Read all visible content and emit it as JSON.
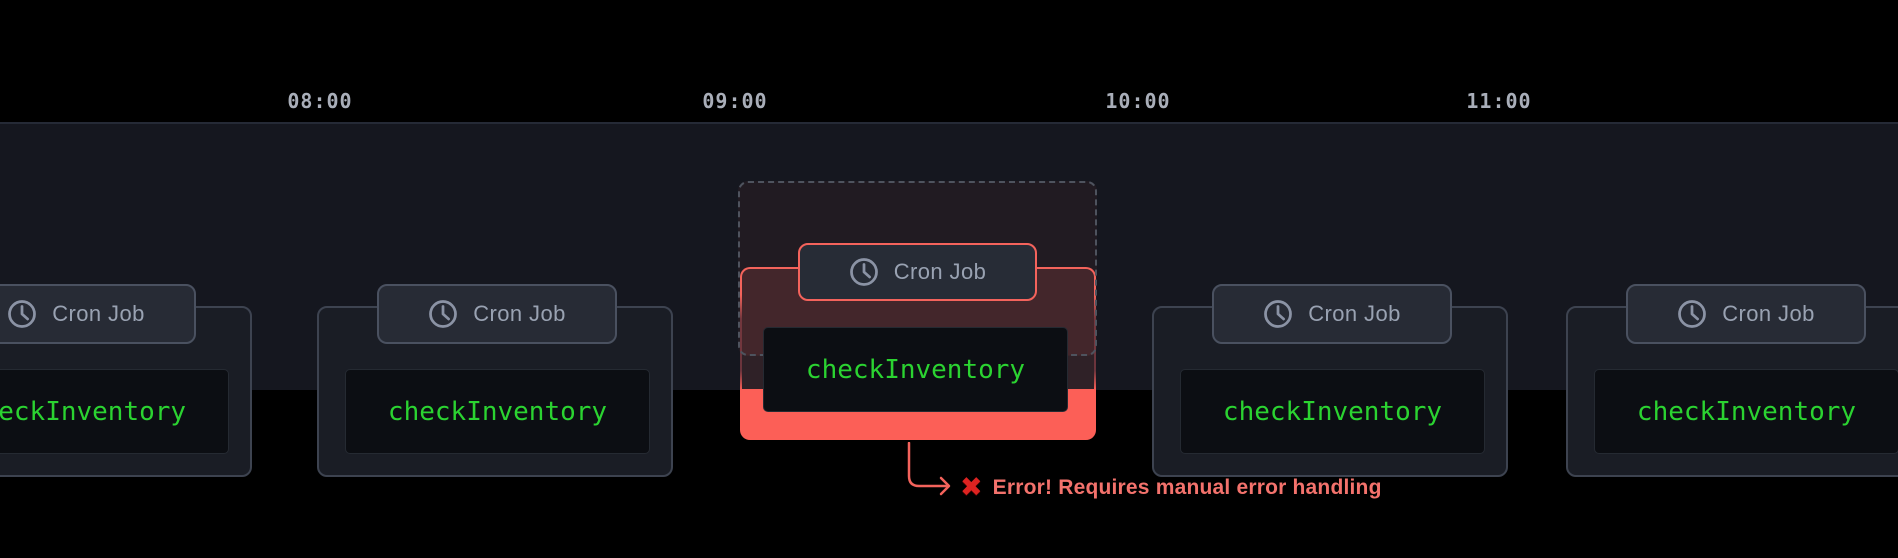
{
  "timeline": {
    "time_labels": [
      "08:00",
      "09:00",
      "10:00",
      "11:00"
    ]
  },
  "cards": [
    {
      "badge_label": "Cron Job",
      "code_label": "checkInventory",
      "status": "normal"
    },
    {
      "badge_label": "Cron Job",
      "code_label": "checkInventory",
      "status": "normal"
    },
    {
      "badge_label": "Cron Job",
      "code_label": "checkInventory",
      "status": "error"
    },
    {
      "badge_label": "Cron Job",
      "code_label": "checkInventory",
      "status": "normal"
    },
    {
      "badge_label": "Cron Job",
      "code_label": "checkInventory",
      "status": "normal"
    }
  ],
  "error_annotation": {
    "icon": "✖",
    "message": "Error! Requires manual error handling"
  },
  "colors": {
    "code_green": "#2bd331",
    "error_border_red": "#f4635c",
    "error_fill_salmon": "#fc5f57",
    "badge_text_gray": "#99a2b2",
    "band_background": "#15171f"
  }
}
